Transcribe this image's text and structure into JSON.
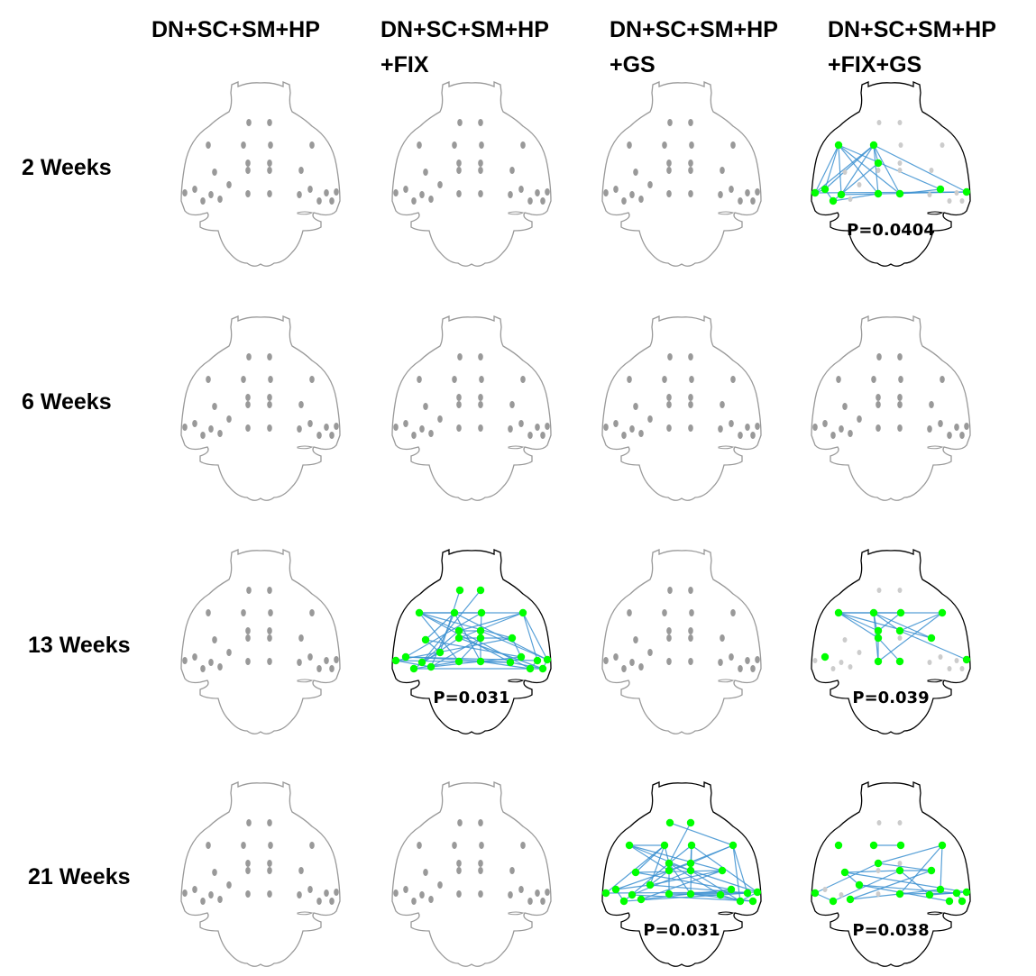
{
  "columns": [
    {
      "line1": "DN+SC+SM+HP",
      "line2": ""
    },
    {
      "line1": "DN+SC+SM+HP",
      "line2": "+FIX"
    },
    {
      "line1": "DN+SC+SM+HP",
      "line2": "+GS"
    },
    {
      "line1": "DN+SC+SM+HP",
      "line2": "+FIX+GS"
    }
  ],
  "rows": [
    "2 Weeks",
    "6 Weeks",
    "13 Weeks",
    "21 Weeks"
  ],
  "colors": {
    "node_active": "#00ff00",
    "node_inactive": "#999999",
    "edge": "#3a8fd0",
    "outline": "#999999",
    "outline_significant": "#000000"
  },
  "cells": [
    [
      {
        "significant": false
      },
      {
        "significant": false
      },
      {
        "significant": false
      },
      {
        "significant": true,
        "p_value": "P=0.0404",
        "active_nodes": [
          2,
          3,
          6,
          13,
          14,
          15,
          16,
          17,
          19,
          21,
          22
        ],
        "edges": [
          [
            2,
            16
          ],
          [
            2,
            17
          ],
          [
            2,
            15
          ],
          [
            2,
            13
          ],
          [
            2,
            14
          ],
          [
            3,
            6
          ],
          [
            3,
            14
          ],
          [
            3,
            17
          ],
          [
            3,
            16
          ],
          [
            3,
            13
          ],
          [
            3,
            21
          ],
          [
            6,
            22
          ],
          [
            15,
            21
          ],
          [
            16,
            22
          ],
          [
            14,
            13
          ],
          [
            17,
            19
          ],
          [
            13,
            22
          ],
          [
            14,
            21
          ],
          [
            2,
            19
          ],
          [
            3,
            15
          ]
        ]
      }
    ],
    [
      {
        "significant": false
      },
      {
        "significant": false
      },
      {
        "significant": false
      },
      {
        "significant": false
      }
    ],
    [
      {
        "significant": false
      },
      {
        "significant": true,
        "p_value": "P=0.031",
        "active_nodes": [
          0,
          1,
          2,
          3,
          4,
          5,
          6,
          7,
          8,
          9,
          10,
          11,
          12,
          13,
          14,
          15,
          16,
          17,
          18,
          19,
          20,
          21,
          22,
          23,
          24,
          25
        ],
        "edges": [
          [
            2,
            5
          ],
          [
            2,
            6
          ],
          [
            2,
            11
          ],
          [
            2,
            18
          ],
          [
            2,
            16
          ],
          [
            3,
            4
          ],
          [
            3,
            17
          ],
          [
            3,
            21
          ],
          [
            3,
            23
          ],
          [
            3,
            10
          ],
          [
            5,
            7
          ],
          [
            5,
            20
          ],
          [
            5,
            21
          ],
          [
            6,
            15
          ],
          [
            6,
            24
          ],
          [
            6,
            8
          ],
          [
            4,
            9
          ],
          [
            4,
            13
          ],
          [
            7,
            11
          ],
          [
            7,
            22
          ],
          [
            7,
            25
          ],
          [
            9,
            16
          ],
          [
            9,
            23
          ],
          [
            8,
            17
          ],
          [
            8,
            21
          ],
          [
            10,
            12
          ],
          [
            10,
            19
          ],
          [
            11,
            14
          ],
          [
            12,
            15
          ],
          [
            14,
            18
          ],
          [
            13,
            20
          ],
          [
            16,
            22
          ],
          [
            17,
            24
          ],
          [
            18,
            25
          ],
          [
            19,
            23
          ],
          [
            20,
            24
          ],
          [
            21,
            25
          ],
          [
            0,
            12
          ],
          [
            1,
            15
          ],
          [
            22,
            25
          ],
          [
            2,
            3
          ],
          [
            5,
            6
          ],
          [
            11,
            19
          ],
          [
            13,
            18
          ],
          [
            14,
            23
          ]
        ]
      },
      {
        "significant": false
      },
      {
        "significant": true,
        "p_value": "P=0.039",
        "active_nodes": [
          2,
          3,
          4,
          5,
          6,
          7,
          8,
          11,
          13,
          16,
          17,
          21
        ],
        "edges": [
          [
            2,
            3
          ],
          [
            2,
            6
          ],
          [
            2,
            5
          ],
          [
            2,
            7
          ],
          [
            2,
            11
          ],
          [
            3,
            7
          ],
          [
            3,
            8
          ],
          [
            3,
            16
          ],
          [
            3,
            11
          ],
          [
            4,
            3
          ],
          [
            4,
            6
          ],
          [
            5,
            8
          ],
          [
            6,
            16
          ],
          [
            7,
            17
          ],
          [
            5,
            16
          ],
          [
            8,
            21
          ]
        ]
      }
    ],
    [
      {
        "significant": false
      },
      {
        "significant": false
      },
      {
        "significant": true,
        "p_value": "P=0.031",
        "active_nodes": [
          0,
          1,
          2,
          3,
          4,
          5,
          6,
          7,
          8,
          9,
          10,
          11,
          12,
          13,
          14,
          15,
          16,
          17,
          18,
          19,
          20,
          21,
          22,
          23,
          24,
          25
        ],
        "edges": [
          [
            2,
            7
          ],
          [
            2,
            11
          ],
          [
            2,
            9
          ],
          [
            3,
            6
          ],
          [
            3,
            10
          ],
          [
            3,
            12
          ],
          [
            3,
            14
          ],
          [
            4,
            8
          ],
          [
            4,
            17
          ],
          [
            4,
            21
          ],
          [
            5,
            7
          ],
          [
            5,
            20
          ],
          [
            5,
            24
          ],
          [
            6,
            9
          ],
          [
            6,
            18
          ],
          [
            6,
            22
          ],
          [
            7,
            12
          ],
          [
            7,
            16
          ],
          [
            8,
            13
          ],
          [
            9,
            15
          ],
          [
            9,
            24
          ],
          [
            10,
            19
          ],
          [
            11,
            23
          ],
          [
            12,
            20
          ],
          [
            13,
            22
          ],
          [
            14,
            21
          ],
          [
            15,
            25
          ],
          [
            16,
            18
          ],
          [
            17,
            25
          ],
          [
            19,
            23
          ],
          [
            20,
            22
          ],
          [
            21,
            24
          ],
          [
            0,
            5
          ],
          [
            1,
            6
          ],
          [
            2,
            3
          ],
          [
            11,
            12
          ],
          [
            12,
            13
          ],
          [
            5,
            8
          ],
          [
            10,
            11
          ],
          [
            4,
            6
          ],
          [
            18,
            24
          ],
          [
            16,
            20
          ],
          [
            6,
            17
          ],
          [
            9,
            21
          ]
        ]
      },
      {
        "significant": true,
        "p_value": "P=0.038",
        "active_nodes": [
          2,
          3,
          4,
          5,
          6,
          9,
          10,
          11,
          12,
          14,
          17,
          18,
          19,
          20,
          21,
          22,
          23,
          24,
          25
        ],
        "edges": [
          [
            4,
            3
          ],
          [
            5,
            6
          ],
          [
            5,
            17
          ],
          [
            5,
            19
          ],
          [
            6,
            14
          ],
          [
            9,
            10
          ],
          [
            9,
            11
          ],
          [
            9,
            18
          ],
          [
            10,
            12
          ],
          [
            10,
            21
          ],
          [
            11,
            23
          ],
          [
            12,
            24
          ],
          [
            14,
            22
          ],
          [
            17,
            20
          ],
          [
            18,
            21
          ],
          [
            19,
            23
          ],
          [
            20,
            25
          ],
          [
            6,
            11
          ],
          [
            9,
            22
          ],
          [
            12,
            20
          ]
        ]
      }
    ]
  ]
}
